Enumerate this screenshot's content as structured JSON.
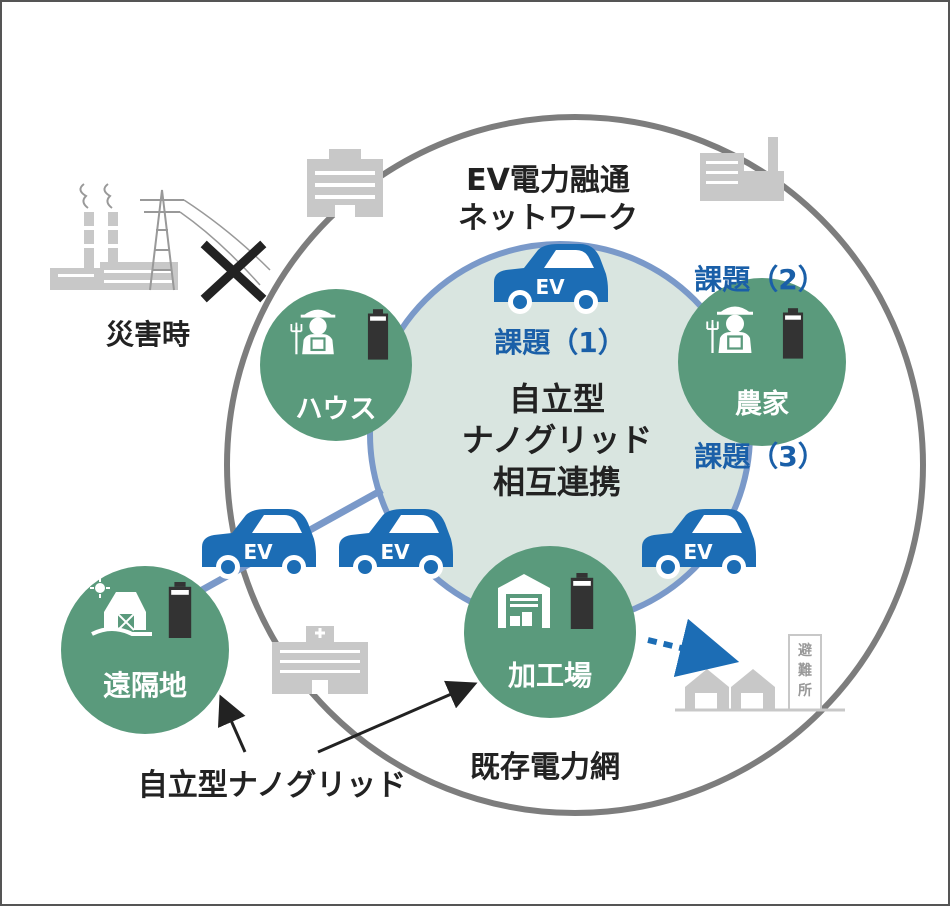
{
  "labels": {
    "network_line1": "EV電力融通",
    "network_line2": "ネットワーク",
    "disaster": "災害時",
    "issue1": "課題（1）",
    "issue2": "課題（2）",
    "issue3": "課題（3）",
    "center_line1": "自立型",
    "center_line2": "ナノグリッド",
    "center_line3": "相互連携",
    "node_house": "ハウス",
    "node_farmer": "農家",
    "node_remote": "遠隔地",
    "node_factory": "加工場",
    "existing_grid": "既存電力網",
    "nanogrid_callout": "自立型ナノグリッド",
    "ev": "EV",
    "shelter_sign_1": "避",
    "shelter_sign_2": "難",
    "shelter_sign_3": "所"
  },
  "colors": {
    "node_green": "#5a9a7c",
    "center_fill": "#d9e5e0",
    "ring_blue": "#7a99c9",
    "ev_blue": "#1c6db5",
    "grid_gray": "#7d7d7d",
    "issue_blue": "#1a5fa8",
    "building_gray": "#c8c8c8"
  }
}
